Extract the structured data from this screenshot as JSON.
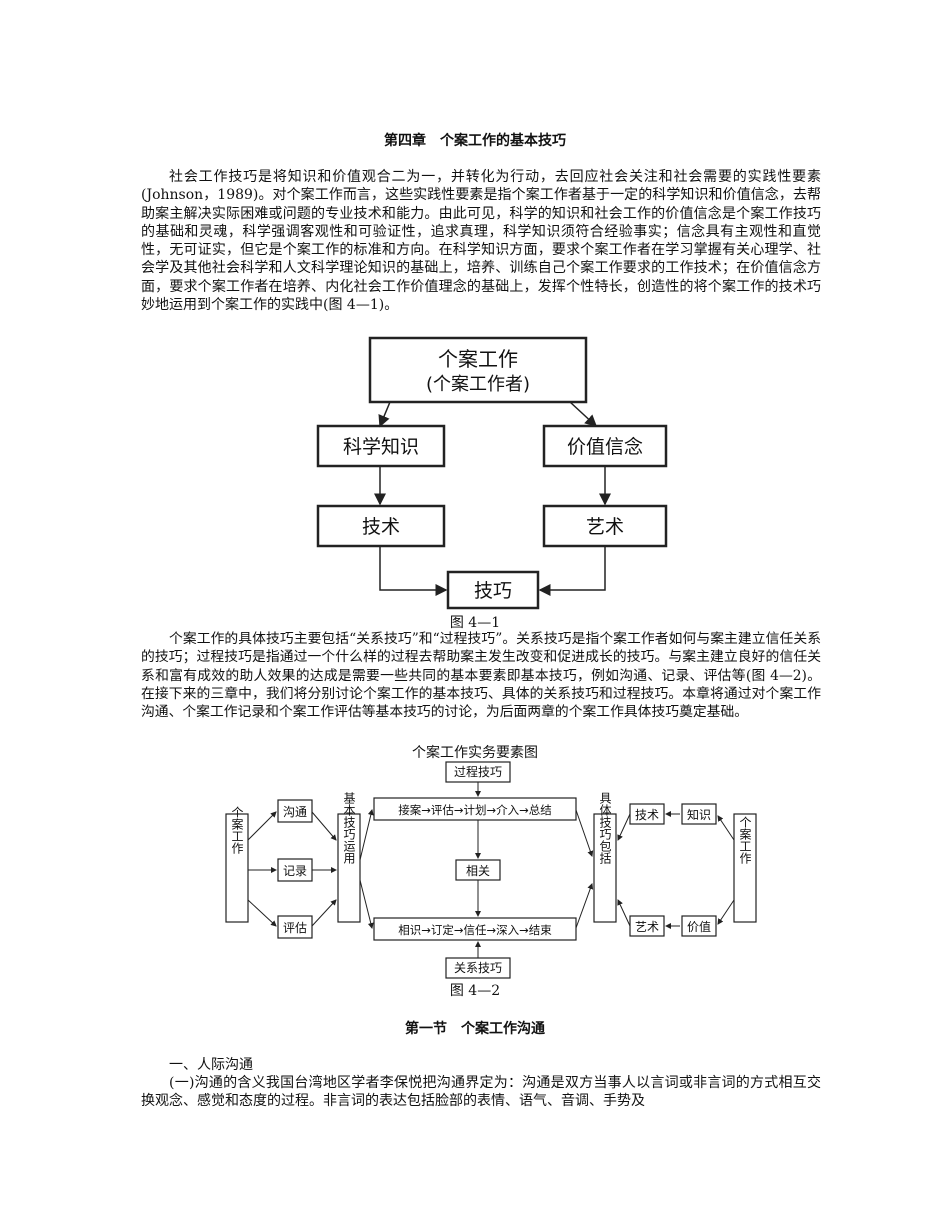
{
  "chapter_title": "第四章　个案工作的基本技巧",
  "para1": "社会工作技巧是将知识和价值观合二为一，并转化为行动，去回应社会关注和社会需要的实践性要素(Johnson，1989)。对个案工作而言，这些实践性要素是指个案工作者基于一定的科学知识和价值信念，去帮助案主解决实际困难或问题的专业技术和能力。由此可见，科学的知识和社会工作的价值信念是个案工作技巧的基础和灵魂，科学强调客观性和可验证性，追求真理，科学知识须符合经验事实；信念具有主观性和直觉性，无可证实，但它是个案工作的标准和方向。在科学知识方面，要求个案工作者在学习掌握有关心理学、社会学及其他社会科学和人文科学理论知识的基础上，培养、训练自己个案工作要求的工作技术；在价值信念方面，要求个案工作者在培养、内化社会工作价值理念的基础上，发挥个性特长，创造性的将个案工作的技术巧妙地运用到个案工作的实践中(图 4—1)。",
  "figure1": {
    "top_line1": "个案工作",
    "top_line2": "(个案工作者)",
    "left_mid": "科学知识",
    "right_mid": "价值信念",
    "left_low": "技术",
    "right_low": "艺术",
    "bottom": "技巧",
    "caption": "图 4—1"
  },
  "para2": "个案工作的具体技巧主要包括“关系技巧”和“过程技巧”。关系技巧是指个案工作者如何与案主建立信任关系的技巧；过程技巧是指通过一个什么样的过程去帮助案主发生改变和促进成长的技巧。与案主建立良好的信任关系和富有成效的助人效果的达成是需要一些共同的基本要素即基本技巧，例如沟通、记录、评估等(图 4—2)。在接下来的三章中，我们将分别讨论个案工作的基本技巧、具体的关系技巧和过程技巧。本章将通过对个案工作沟通、个案工作记录和个案工作评估等基本技巧的讨论，为后面两章的个案工作具体技巧奠定基础。",
  "figure2": {
    "title": "个案工作实务要素图",
    "process_skill": "过程技巧",
    "left_worker": "个案工作",
    "communicate": "沟通",
    "record": "记录",
    "evaluate": "评估",
    "basic_use": "基本技巧运用",
    "process_flow": "接案→评估→计划→介入→总结",
    "related": "相关",
    "relation_flow": "相识→订定→信任→深入→结束",
    "specific": "具体技巧包括",
    "technique": "技术",
    "knowledge": "知识",
    "art": "艺术",
    "value": "价值",
    "right_worker": "个案工作",
    "relation_skill": "关系技巧",
    "caption": "图 4—2"
  },
  "section_title": "第一节　个案工作沟通",
  "subsection": "一、人际沟通",
  "para3": "(一)沟通的含义我国台湾地区学者李保悦把沟通界定为：沟通是双方当事人以言词或非言词的方式相互交换观念、感觉和态度的过程。非言词的表达包括脸部的表情、语气、音调、手势及"
}
